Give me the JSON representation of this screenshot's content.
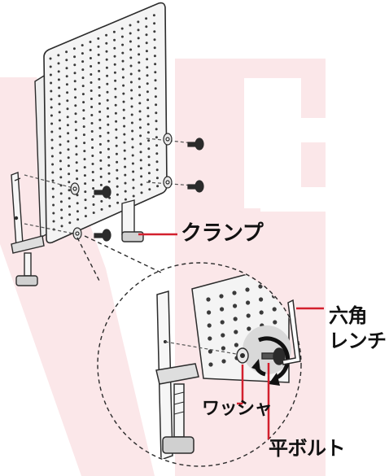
{
  "labels": {
    "clamp": "クランプ",
    "hex_wrench_line1": "六角",
    "hex_wrench_line2": "レンチ",
    "washer": "ワッシャ",
    "flat_bolt": "平ボルト"
  },
  "colors": {
    "line": "#1a1a1a",
    "panel": "#f4f4f4",
    "panel_edge": "#2b2b2b",
    "hole": "#3a3a3a",
    "leader_red": "#d3202e",
    "watermark": "#fbe7e9",
    "rotation_arrow": "#111111"
  },
  "icons": [
    "pegboard-panel",
    "clamp-bracket",
    "washer",
    "flat-bolt",
    "hex-wrench",
    "rotation-arrow",
    "magnifier-circle"
  ]
}
